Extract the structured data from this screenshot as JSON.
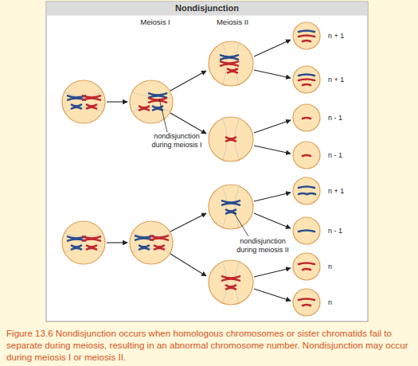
{
  "diagram": {
    "title": "Nondisjunction",
    "caption": "Figure 13.6 Nondisjunction occurs when homologous chromosomes or sister chromatids fail to separate during meiosis, resulting in an abnormal chromosome number. Nondisjunction may occur during meiosis I or meiosis II.",
    "labels": [
      "Meiosis I",
      "Meiosis II",
      "n + 1",
      "n + 1",
      "nondisjunction during meiosis I",
      "n - 1",
      "n - 1",
      "n + 1",
      "n - 1",
      "nondisjunction during meiosis II",
      "n",
      "n"
    ]
  }
}
